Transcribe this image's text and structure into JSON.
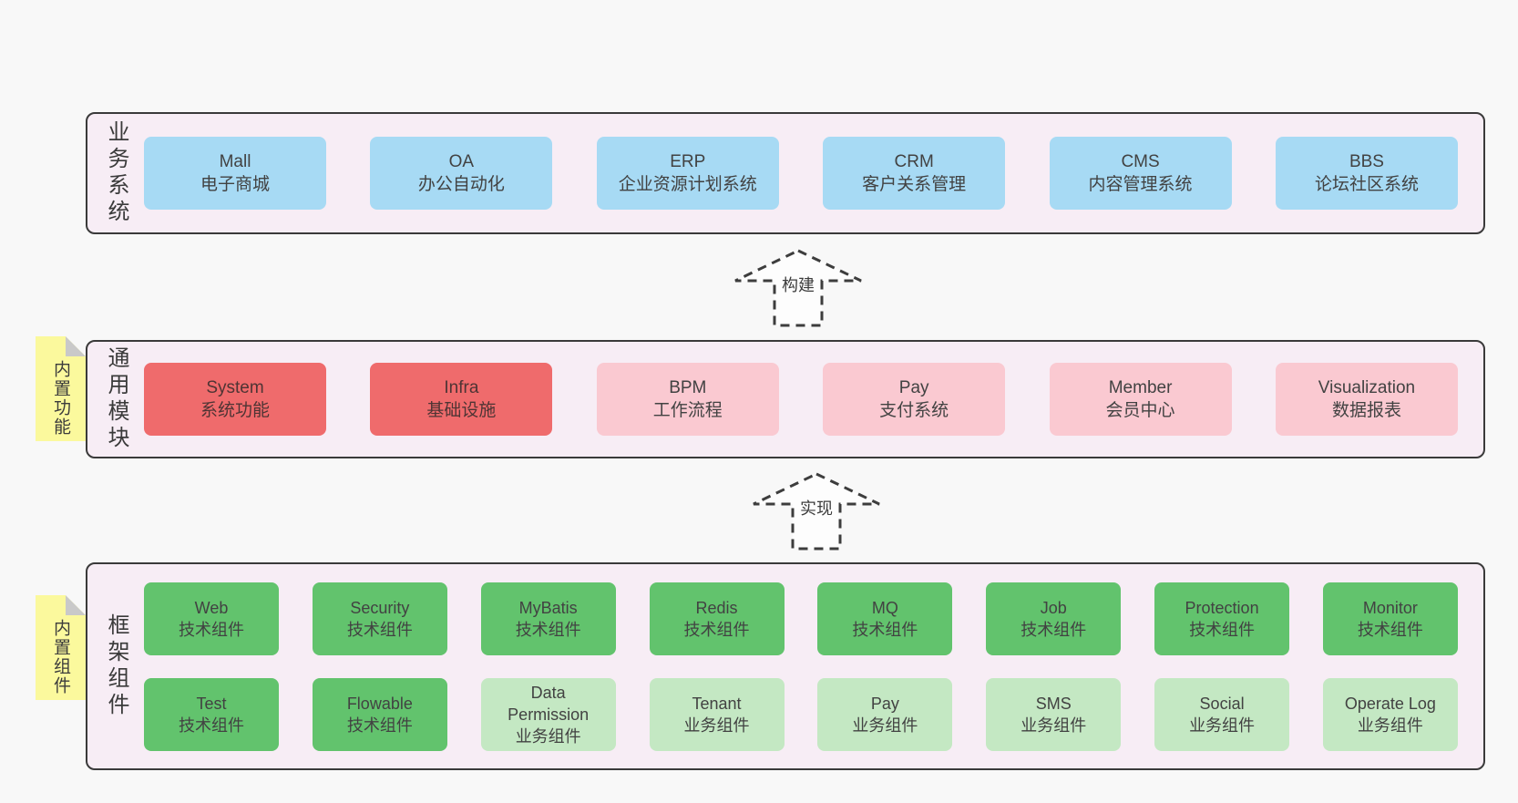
{
  "colors": {
    "page_bg": "#f8f8f8",
    "container_bg": "#f7edf5",
    "line": "#3a3a3a",
    "blue": "#a7daf4",
    "red": "#ef6b6c",
    "pink": "#fac9d1",
    "green": "#62c36d",
    "lightgreen": "#c4e8c3",
    "yellow": "#fbf99d"
  },
  "arrows": [
    {
      "label": "构建"
    },
    {
      "label": "实现"
    }
  ],
  "layers": [
    {
      "id": "business-systems",
      "label": "业务系统",
      "boxes_rows": [
        [
          {
            "title": "Mall",
            "subtitle": "电子商城",
            "type": "blue"
          },
          {
            "title": "OA",
            "subtitle": "办公自动化",
            "type": "blue"
          },
          {
            "title": "ERP",
            "subtitle": "企业资源计划系统",
            "type": "blue"
          },
          {
            "title": "CRM",
            "subtitle": "客户关系管理",
            "type": "blue"
          },
          {
            "title": "CMS",
            "subtitle": "内容管理系统",
            "type": "blue"
          },
          {
            "title": "BBS",
            "subtitle": "论坛社区系统",
            "type": "blue"
          }
        ]
      ]
    },
    {
      "id": "common-modules",
      "label": "通用模块",
      "note": "内置功能",
      "boxes_rows": [
        [
          {
            "title": "System",
            "subtitle": "系统功能",
            "type": "red"
          },
          {
            "title": "Infra",
            "subtitle": "基础设施",
            "type": "red"
          },
          {
            "title": "BPM",
            "subtitle": "工作流程",
            "type": "pink"
          },
          {
            "title": "Pay",
            "subtitle": "支付系统",
            "type": "pink"
          },
          {
            "title": "Member",
            "subtitle": "会员中心",
            "type": "pink"
          },
          {
            "title": "Visualization",
            "subtitle": "数据报表",
            "type": "pink"
          }
        ]
      ]
    },
    {
      "id": "framework-components",
      "label": "框架组件",
      "note": "内置组件",
      "boxes_rows": [
        [
          {
            "title": "Web",
            "subtitle": "技术组件",
            "type": "green"
          },
          {
            "title": "Security",
            "subtitle": "技术组件",
            "type": "green"
          },
          {
            "title": "MyBatis",
            "subtitle": "技术组件",
            "type": "green"
          },
          {
            "title": "Redis",
            "subtitle": "技术组件",
            "type": "green"
          },
          {
            "title": "MQ",
            "subtitle": "技术组件",
            "type": "green"
          },
          {
            "title": "Job",
            "subtitle": "技术组件",
            "type": "green"
          },
          {
            "title": "Protection",
            "subtitle": "技术组件",
            "type": "green"
          },
          {
            "title": "Monitor",
            "subtitle": "技术组件",
            "type": "green"
          }
        ],
        [
          {
            "title": "Test",
            "subtitle": "技术组件",
            "type": "green"
          },
          {
            "title": "Flowable",
            "subtitle": "技术组件",
            "type": "green"
          },
          {
            "title": "Data Permission",
            "subtitle": "业务组件",
            "type": "lightgreen"
          },
          {
            "title": "Tenant",
            "subtitle": "业务组件",
            "type": "lightgreen"
          },
          {
            "title": "Pay",
            "subtitle": "业务组件",
            "type": "lightgreen"
          },
          {
            "title": "SMS",
            "subtitle": "业务组件",
            "type": "lightgreen"
          },
          {
            "title": "Social",
            "subtitle": "业务组件",
            "type": "lightgreen"
          },
          {
            "title": "Operate Log",
            "subtitle": "业务组件",
            "type": "lightgreen"
          }
        ]
      ]
    }
  ]
}
